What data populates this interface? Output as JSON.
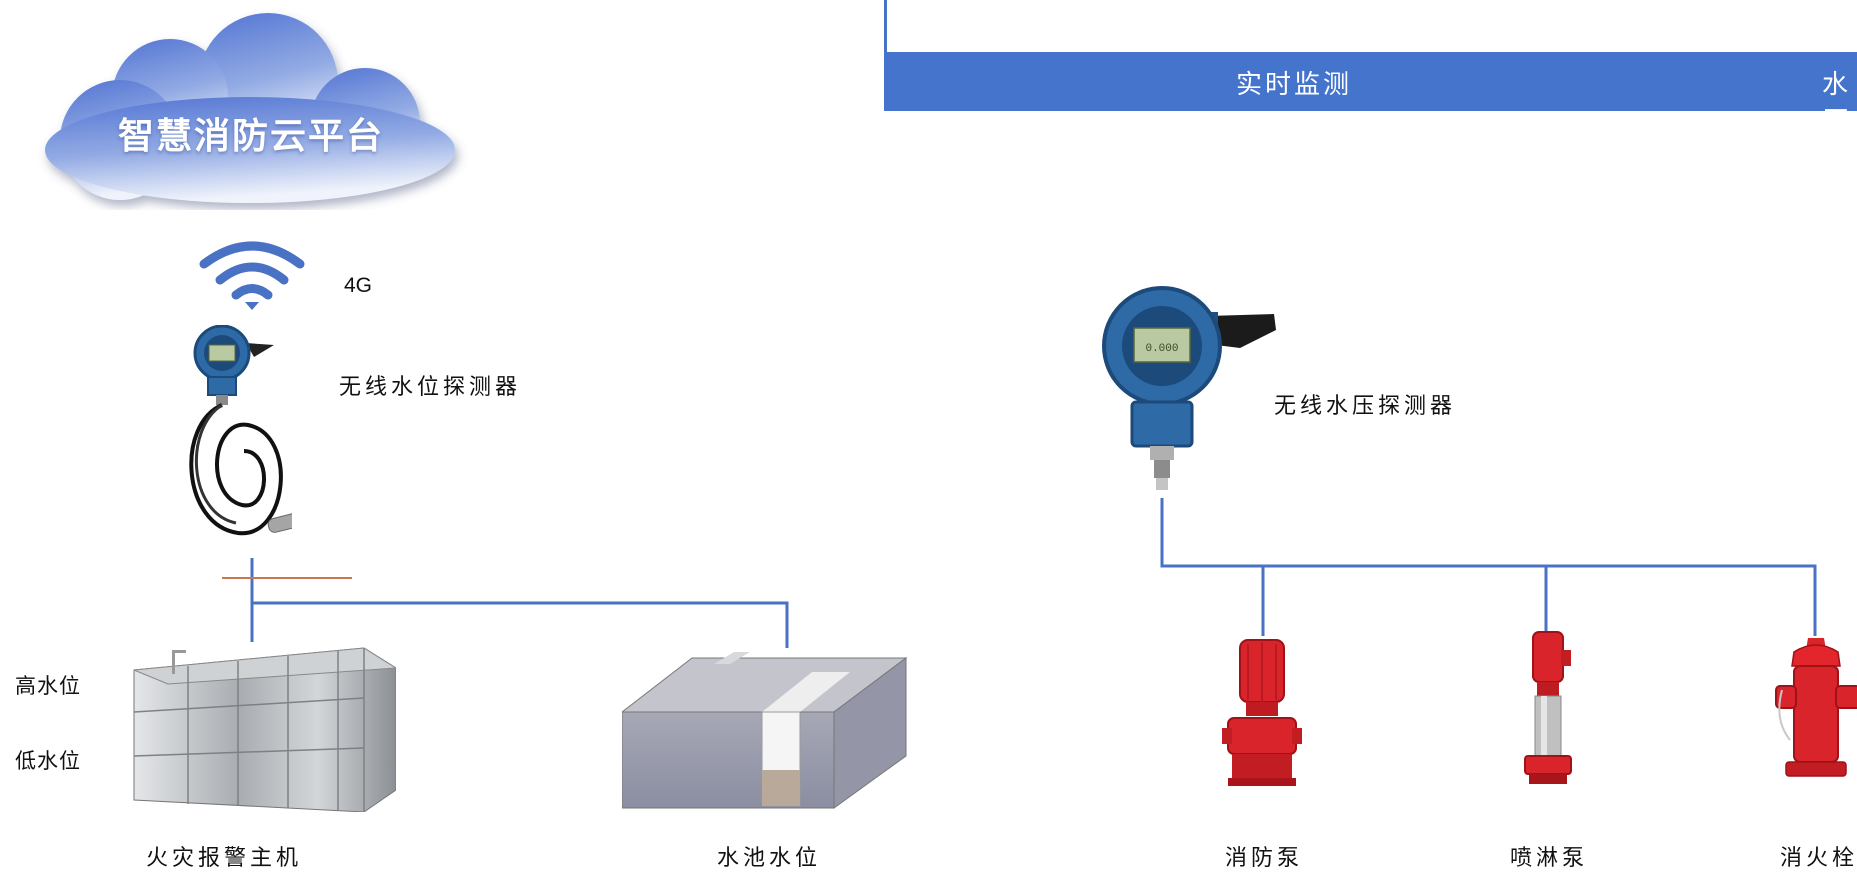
{
  "cloud": {
    "title": "智慧消防云平台"
  },
  "signal": {
    "label": "4G"
  },
  "header": {
    "left_label": "实时监测",
    "right_label": "水压"
  },
  "level_detector": {
    "label": "无线水位探测器"
  },
  "pressure_detector": {
    "label": "无线水压探测器",
    "display": "0.000"
  },
  "water_levels": {
    "high": "高水位",
    "low": "低水位"
  },
  "devices": {
    "tank": "火灾报警主机",
    "pool": "水池水位",
    "fire_pump": "消防泵",
    "sprinkler_pump": "喷淋泵",
    "hydrant": "消火栓"
  },
  "colors": {
    "accent": "#4574cc",
    "line": "#4a72c4",
    "device_blue": "#2d6aa6",
    "fire_red": "#d8242a"
  }
}
